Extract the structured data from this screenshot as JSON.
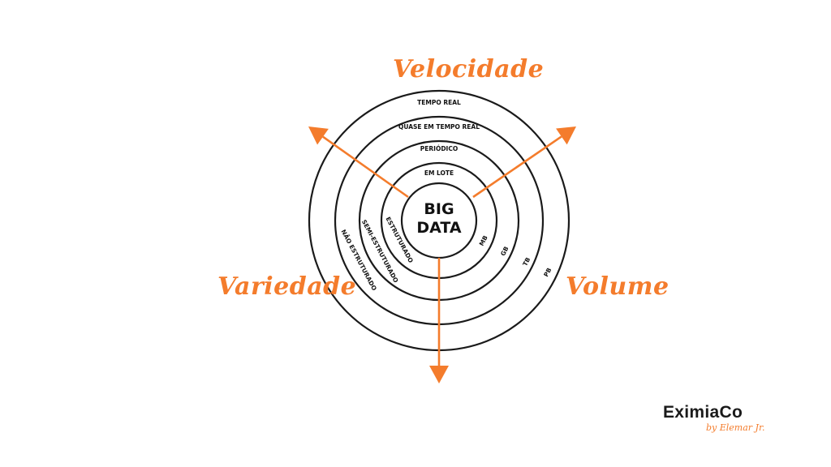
{
  "colors": {
    "accent": "#f47c2c",
    "ring": "#1a1a1a",
    "text": "#111111",
    "background": "#ffffff"
  },
  "center": {
    "line1": "BIG",
    "line2": "DATA"
  },
  "axes": {
    "velocidade": {
      "title": "Velocidade",
      "levels": [
        "EM LOTE",
        "PERIÓDICO",
        "QUASE EM TEMPO REAL",
        "TEMPO REAL"
      ]
    },
    "variedade": {
      "title": "Variedade",
      "levels": [
        "ESTRUTURADO",
        "SEMI-ESTRUTURADO",
        "NÃO ESTRUTURADO"
      ]
    },
    "volume": {
      "title": "Volume",
      "levels": [
        "MB",
        "GB",
        "TB",
        "PB"
      ]
    }
  },
  "brand": {
    "name": "EXIMIACO",
    "display": "EximiaCo",
    "tagline": "by Elemar Jr."
  }
}
